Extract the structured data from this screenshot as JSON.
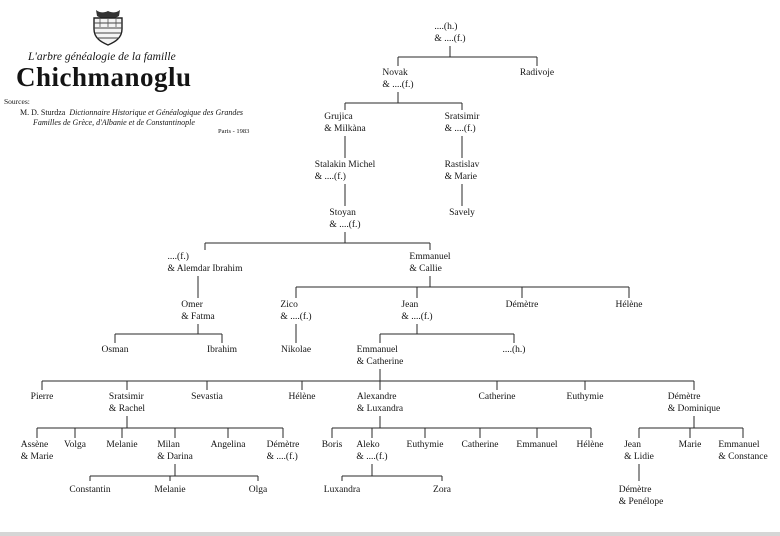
{
  "header": {
    "subtitle": "L'arbre généalogie de la famille",
    "title": "Chichmanoglu",
    "sources_label": "Sources:",
    "source_author": "M. D. Sturdza",
    "source_work_line1": "Dictionnaire Historique et Généalogique des Grandes",
    "source_work_line2": "Familles de Grèce, d'Albanie et de Constantinople",
    "source_pub": "Paris - 1983"
  },
  "nodes": {
    "root": "....(h.)\n& ....(f.)",
    "novak": "Novak\n& ....(f.)",
    "radivoje": "Radivoje",
    "grujica": "Grujica\n& Milkàna",
    "sratsimir_1": "Sratsimir\n& ....(f.)",
    "stalakin_michel": "Stalakin Michel\n& ....(f.)",
    "rastislav": "Rastislav\n& Marie",
    "stoyan": "Stoyan\n& ....(f.)",
    "savely": "Savely",
    "daughter_alemdar": "....(f.)\n& Alemdar Ibrahim",
    "emmanuel_callie": "Emmanuel\n& Callie",
    "omer_fatma": "Omer\n& Fatma",
    "osman": "Osman",
    "ibrahim": "Ibrahim",
    "zico": "Zico\n& ....(f.)",
    "jean_1": "Jean\n& ....(f.)",
    "demetre_1": "Démètre",
    "helene_1": "Hélène",
    "nikolae": "Nikolae",
    "emmanuel_catherine": "Emmanuel\n& Catherine",
    "son_unknown": "....(h.)",
    "pierre": "Pierre",
    "sratsimir_rachel": "Sratsimir\n& Rachel",
    "sevastia": "Sevastia",
    "helene_2": "Hélène",
    "alexandre_luxandra": "Alexandre\n& Luxandra",
    "catherine_1": "Catherine",
    "euthymie_1": "Euthymie",
    "demetre_dominique": "Démètre\n& Dominique",
    "assene_marie": "Assène\n& Marie",
    "volga": "Volga",
    "melanie_1": "Melanie",
    "milan_darina": "Milan\n& Darina",
    "angelina": "Angelina",
    "demetre_2": "Démètre\n& ....(f.)",
    "constantin": "Constantin",
    "melanie_2": "Melanie",
    "olga": "Olga",
    "boris": "Boris",
    "aleko": "Aleko\n& ....(f.)",
    "euthymie_2": "Euthymie",
    "catherine_2": "Catherine",
    "emmanuel_2": "Emmanuel",
    "helene_3": "Hélène",
    "luxandra": "Luxandra",
    "zora": "Zora",
    "jean_lidie": "Jean\n& Lidie",
    "marie": "Marie",
    "emmanuel_constance": "Emmanuel\n& Constance",
    "demetre_penelope": "Démètre\n& Penélope"
  }
}
